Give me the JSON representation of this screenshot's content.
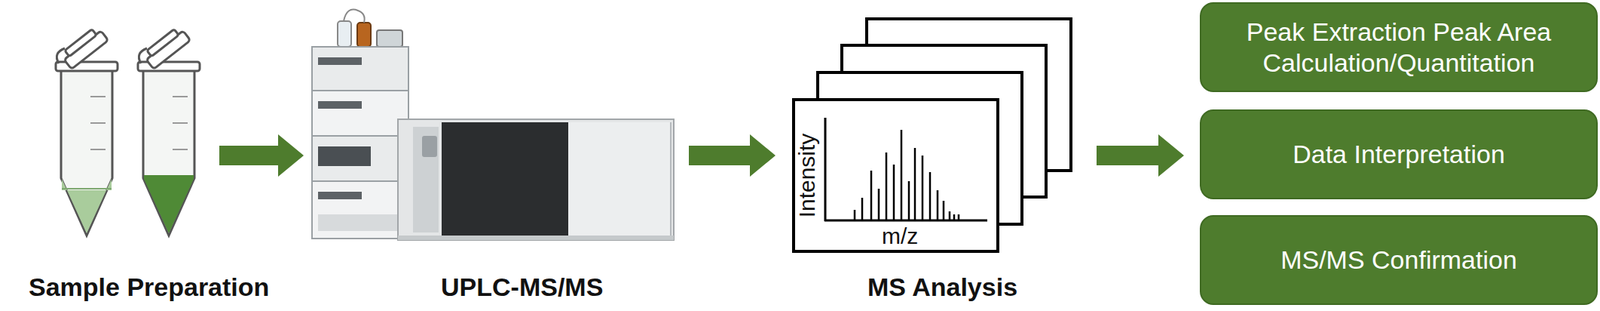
{
  "diagram": {
    "nodes": [
      {
        "text": [
          "Peak Extraction Peak Area Calculation/Quantitation"
        ]
      },
      {
        "text": [
          "Data Interpretation"
        ]
      },
      {
        "text": [
          "MS/MS Confirmation"
        ]
      }
    ],
    "labels": [
      "Sample Preparation",
      "UPLC-MS/MS",
      "Intensity",
      "m/z",
      "MS Analysis"
    ]
  }
}
